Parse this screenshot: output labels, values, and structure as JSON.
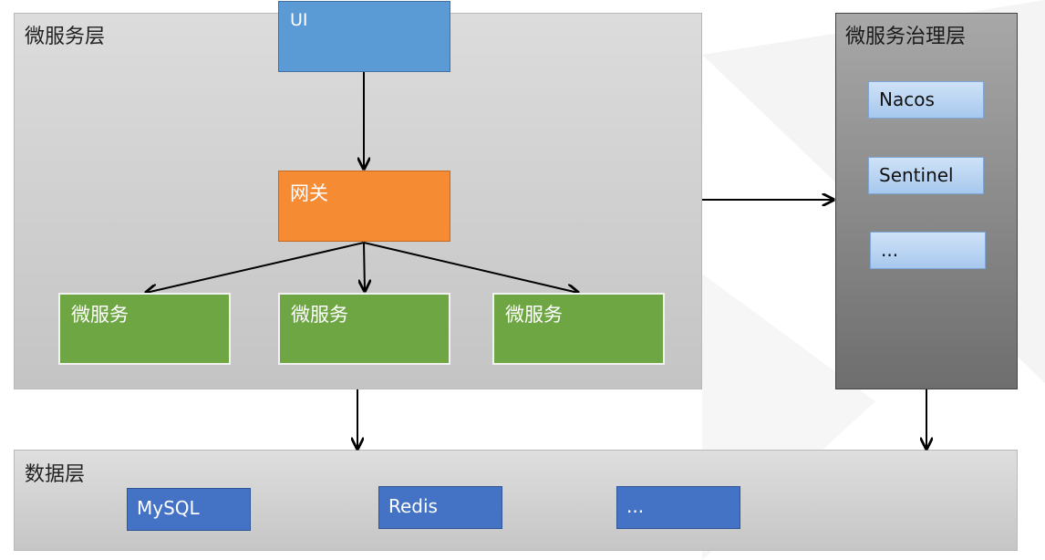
{
  "layers": {
    "microservice": {
      "title": "微服务层"
    },
    "governance": {
      "title": "微服务治理层"
    },
    "data": {
      "title": "数据层"
    }
  },
  "nodes": {
    "ui": "UI",
    "gateway": "网关",
    "services": [
      "微服务",
      "微服务",
      "微服务"
    ]
  },
  "governance_items": [
    "Nacos",
    "Sentinel",
    "..."
  ],
  "data_items": [
    "MySQL",
    "Redis",
    "..."
  ],
  "colors": {
    "ui": "#5b9bd5",
    "gateway": "#f58b32",
    "service": "#6ea644",
    "governance_item": "#a7c8ee",
    "data_item": "#4472c4"
  }
}
